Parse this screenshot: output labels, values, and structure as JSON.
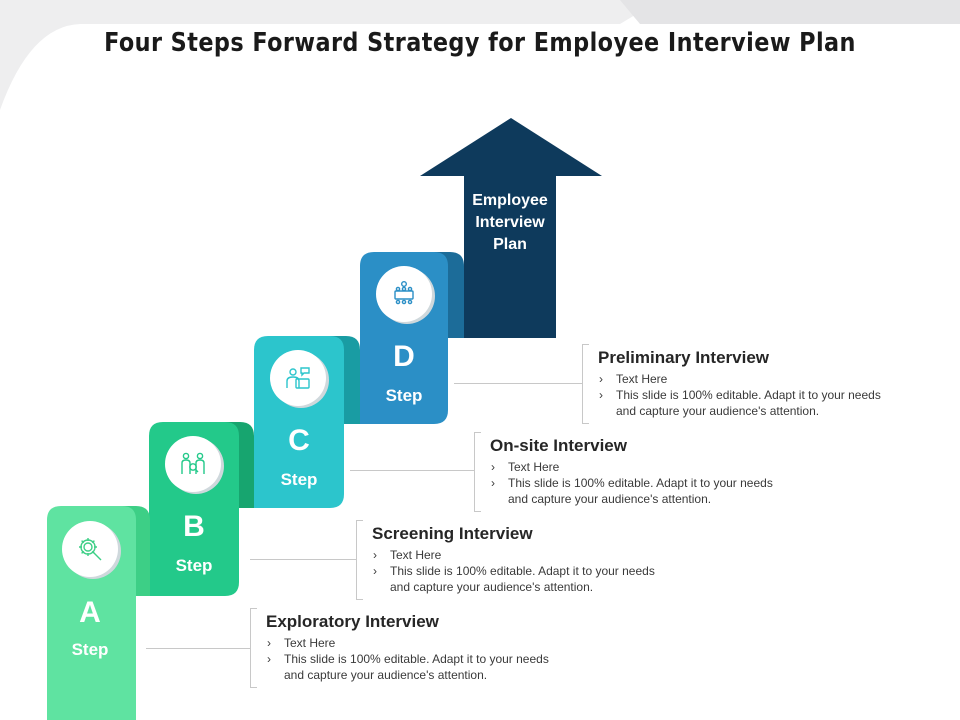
{
  "title": "Four Steps Forward Strategy for Employee Interview Plan",
  "arrow": {
    "label_lines": [
      "Employee",
      "Interview",
      "Plan"
    ],
    "color": "#0e3a5c"
  },
  "steps": [
    {
      "letter": "A",
      "word": "Step",
      "icon": "gear-search-icon",
      "color": "#5fe3a1",
      "shade": "#3dcf86",
      "heading": "Exploratory Interview",
      "items": [
        "Text Here",
        "This slide is 100% editable. Adapt it to your needs and capture your audience's attention."
      ]
    },
    {
      "letter": "B",
      "word": "Step",
      "icon": "people-handshake-icon",
      "color": "#23c98a",
      "shade": "#17a56f",
      "heading": "Screening Interview",
      "items": [
        "Text Here",
        "This slide is 100% editable. Adapt it to your needs and capture your audience's attention."
      ]
    },
    {
      "letter": "C",
      "word": "Step",
      "icon": "presentation-icon",
      "color": "#2cc5cc",
      "shade": "#199ca3",
      "heading": "On-site Interview",
      "items": [
        "Text Here",
        "This slide is 100% editable. Adapt it to your needs and capture your audience's attention."
      ]
    },
    {
      "letter": "D",
      "word": "Step",
      "icon": "meeting-table-icon",
      "color": "#2b8fc6",
      "shade": "#1c6c99",
      "heading": "Preliminary Interview",
      "items": [
        "Text Here",
        "This slide is 100% editable. Adapt it to your needs and capture your audience's attention."
      ]
    }
  ],
  "bullet_glyph": "›"
}
